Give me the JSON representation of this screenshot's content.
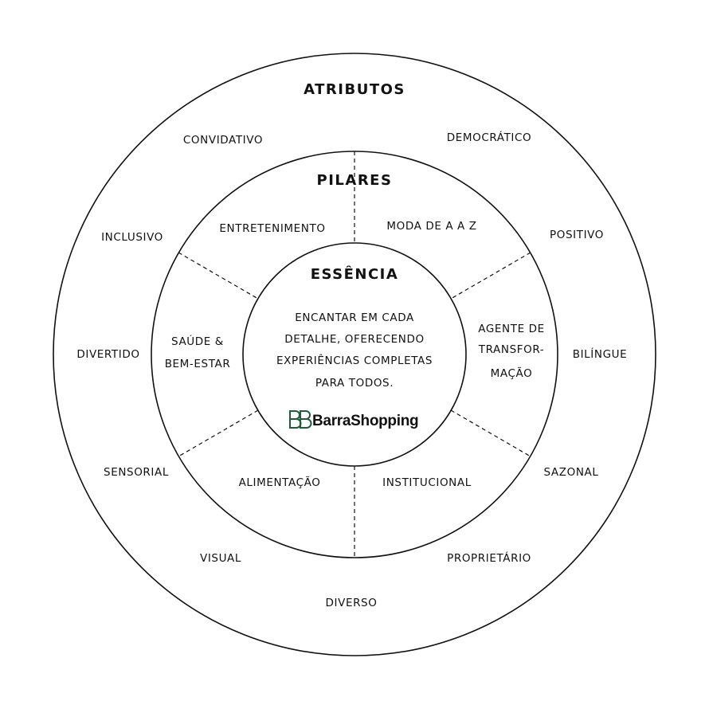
{
  "colors": {
    "stroke": "#111111",
    "text": "#111111",
    "logo": "#1f5c3a",
    "background": "#ffffff"
  },
  "headings": {
    "outer": "ATRIBUTOS",
    "middle": "PILARES",
    "inner": "ESSÊNCIA"
  },
  "attributes": [
    "CONVIDATIVO",
    "DEMOCRÁTICO",
    "INCLUSIVO",
    "POSITIVO",
    "DIVERTIDO",
    "BILÍNGUE",
    "SENSORIAL",
    "SAZONAL",
    "VISUAL",
    "PROPRIETÁRIO",
    "DIVERSO"
  ],
  "pillars": [
    {
      "lines": [
        "ENTRETENIMENTO"
      ]
    },
    {
      "lines": [
        "MODA DE A A Z"
      ]
    },
    {
      "lines": [
        "AGENTE DE",
        "TRANSFOR-",
        "MAÇÃO"
      ]
    },
    {
      "lines": [
        "INSTITUCIONAL"
      ]
    },
    {
      "lines": [
        "ALIMENTAÇÃO"
      ]
    },
    {
      "lines": [
        "SAÚDE &",
        "BEM-ESTAR"
      ]
    }
  ],
  "essence": {
    "lines": [
      "ENCANTAR EM CADA",
      "DETALHE, OFERECENDO",
      "EXPERIÊNCIAS COMPLETAS",
      "PARA TODOS."
    ],
    "brand": "BarraShopping",
    "logo_icon": "double-b-icon"
  }
}
